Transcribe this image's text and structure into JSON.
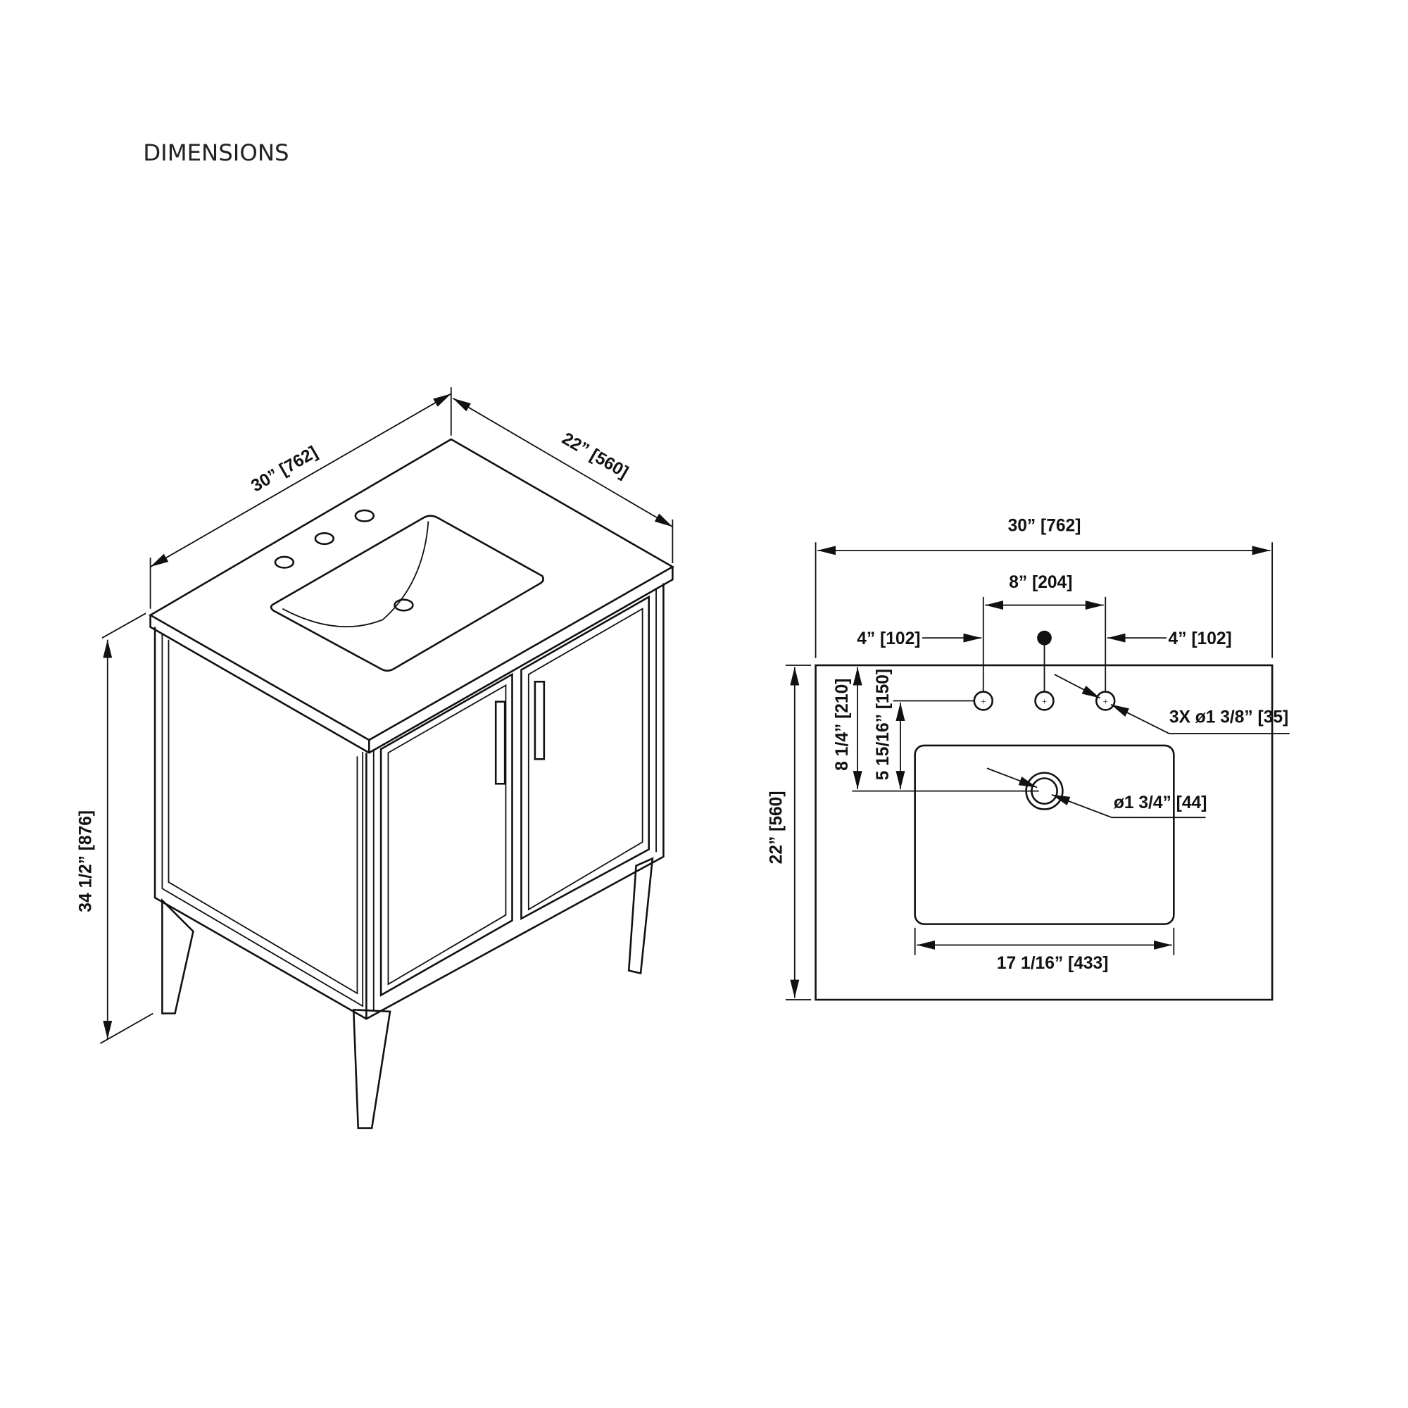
{
  "title": "DIMENSIONS",
  "iso_view": {
    "width": "30” [762]",
    "depth": "22” [560]",
    "height": "34 1/2” [876]"
  },
  "top_view": {
    "width": "30” [762]",
    "faucet_spread": "8” [204]",
    "left_offset": "4” [102]",
    "right_offset": "4” [102]",
    "depth": "22” [560]",
    "drain_from_back": "8 1/4” [210]",
    "drain_from_holes": "5 15/16” [150]",
    "faucet_holes": "3X ø1 3/8” [35]",
    "drain_diameter": "ø1 3/4” [44]",
    "sink_width": "17 1/16” [433]"
  }
}
